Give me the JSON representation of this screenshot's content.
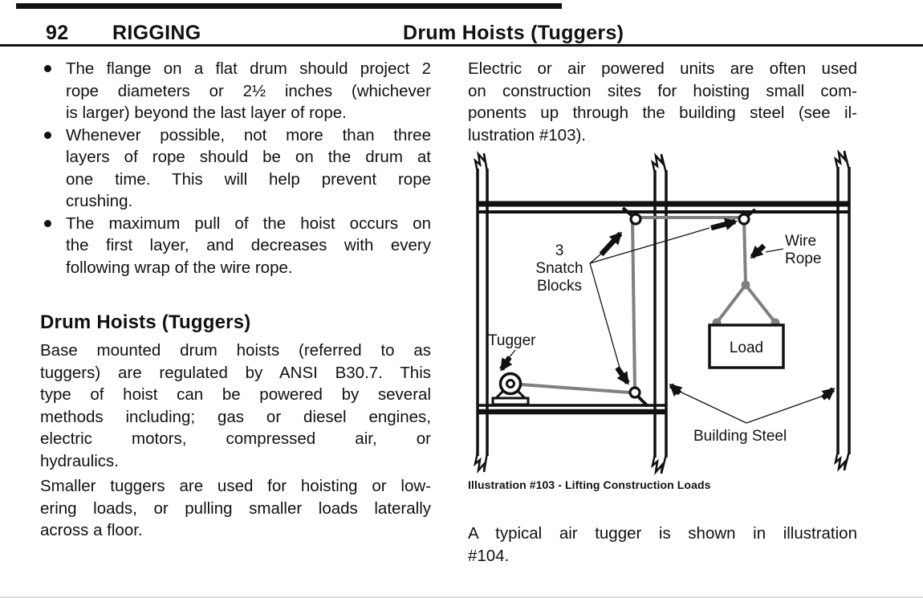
{
  "header": {
    "page_number": "92",
    "section": "RIGGING",
    "title": "Drum Hoists (Tuggers)"
  },
  "left_column": {
    "bullets": [
      {
        "lines": [
          "The flange on a flat drum should project 2",
          "rope diameters or 2½ inches (whichever",
          "is larger) beyond the last layer of rope."
        ]
      },
      {
        "lines": [
          "Whenever possible, not more than three",
          "layers of rope should be on the drum at",
          "one time.  This will help prevent rope",
          "crushing."
        ]
      },
      {
        "lines": [
          "The maximum pull of the hoist occurs on",
          "the first layer, and decreases with every",
          "following wrap of the wire rope."
        ]
      }
    ],
    "heading": "Drum Hoists (Tuggers)",
    "paragraph1_lines": [
      "Base mounted drum hoists (referred to as",
      "tuggers) are regulated by ANSI B30.7.  This",
      "type of hoist can be powered by several",
      "methods including; gas or diesel engines,",
      "electric motors, compressed air, or",
      "hydraulics."
    ],
    "paragraph2_lines": [
      "Smaller tuggers are used for hoisting or low-",
      "ering loads, or pulling smaller loads laterally",
      "across a floor."
    ]
  },
  "right_column": {
    "intro_lines": [
      "Electric or air powered units are often used",
      "on construction sites for hoisting small com-",
      "ponents up through the building steel (see il-",
      "lustration #103)."
    ],
    "illustration": {
      "labels": {
        "snatch_count": "3",
        "snatch_word1": "Snatch",
        "snatch_word2": "Blocks",
        "wire_word1": "Wire",
        "wire_word2": "Rope",
        "tugger": "Tugger",
        "load": "Load",
        "building_steel": "Building Steel"
      },
      "caption": "Illustration #103 - Lifting Construction Loads",
      "colors": {
        "rope": "#808080",
        "steel": "#111111"
      }
    },
    "closing_lines": [
      "A typical air tugger is shown in illustration",
      "#104."
    ]
  }
}
